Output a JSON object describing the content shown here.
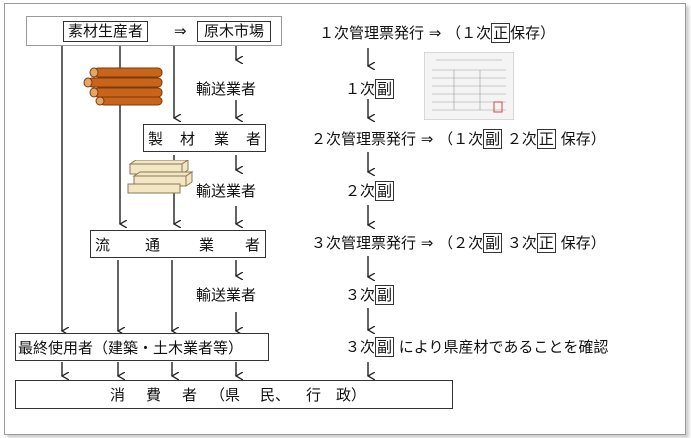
{
  "boxes": {
    "producer": "素材生産者",
    "arrow": "⇒",
    "log_market": "原木市場",
    "sawmill": [
      "製",
      "材",
      "業",
      "者"
    ],
    "distributor": [
      "流",
      "通",
      "業",
      "者"
    ],
    "end_user": "最終使用者（建築・土木業者等）",
    "consumer": [
      "消",
      "費",
      "者",
      "（県",
      "民、",
      "行",
      "政）"
    ]
  },
  "transport_labels": [
    "輸送業者",
    "輸送業者",
    "輸送業者"
  ],
  "right_column": {
    "row1": {
      "main": "１次管理票発行 ⇒ （１次",
      "box1": "正",
      "tail": "保存）"
    },
    "row2": {
      "prefix": "１次",
      "box1": "副"
    },
    "row3": {
      "main": "２次管理票発行 ⇒ （１次",
      "box1": "副",
      "mid": " ２次",
      "box2": "正",
      "tail": " 保存）"
    },
    "row4": {
      "prefix": "２次",
      "box1": "副"
    },
    "row5": {
      "main": "３次管理票発行 ⇒ （２次",
      "box1": "副",
      "mid": " ３次",
      "box2": "正",
      "tail": " 保存）"
    },
    "row6": {
      "prefix": "３次",
      "box1": "副"
    },
    "row7": {
      "prefix": "３次",
      "box1": "副",
      "tail": " により県産材であることを確認"
    }
  },
  "colors": {
    "line": "#222222",
    "log": "#c8651b",
    "log_dark": "#7a3a0c",
    "lumber": "#f2e6c4",
    "stamp": "#d24a4a"
  }
}
